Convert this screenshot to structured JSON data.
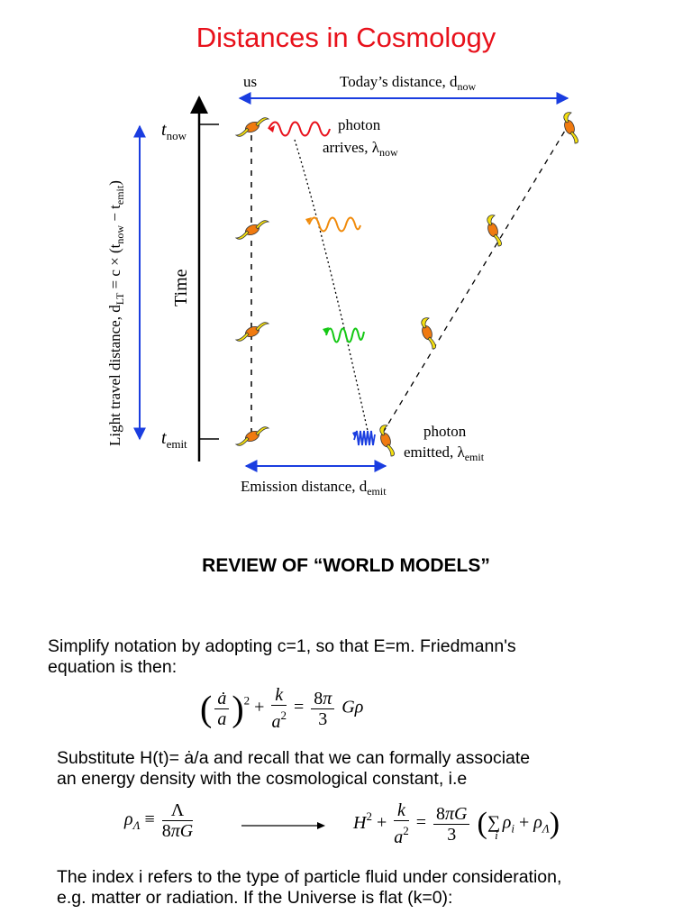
{
  "title": "Distances in Cosmology",
  "diagram": {
    "us_label": "us",
    "today_distance": "Today’s distance, d",
    "today_sub": "now",
    "photon_arrives_1": "photon",
    "photon_arrives_2": "arrives, λ",
    "photon_arrives_sub": "now",
    "photon_emitted_1": "photon",
    "photon_emitted_2": "emitted, λ",
    "photon_emitted_sub": "emit",
    "emission_distance": "Emission distance, d",
    "emission_sub": "emit",
    "time_label": "Time",
    "t_now": "t",
    "t_now_sub": "now",
    "t_emit": "t",
    "t_emit_sub": "emit",
    "lt_text": "Light travel distance, d",
    "lt_sub": "LT",
    "lt_eq": " = c × (t",
    "lt_sub2": "now",
    "lt_minus": " − t",
    "lt_sub3": "emit",
    "lt_close": ")"
  },
  "heading": "REVIEW OF “WORLD MODELS”",
  "para1_line1": "Simplify notation by adopting c=1, so that E=m. Friedmann's",
  "para1_line2": "equation is then:",
  "para2_line1": "Substitute H(t)= ȧ/a and  recall that we can formally associate",
  "para2_line2": "an energy density with the cosmological constant, i.e",
  "para3_line1": "The index i refers to the type of particle fluid under consideration,",
  "para3_line2": "e.g. matter or radiation. If the Universe is flat (k=0):",
  "colors": {
    "title": "#e8111b",
    "arrow_blue": "#1a3de0",
    "wave_red": "#e8111b",
    "wave_orange": "#f08a0a",
    "wave_green": "#14c814",
    "wave_blue": "#1a3de0",
    "galaxy_orange": "#f07a10",
    "galaxy_yellow": "#f5e010"
  }
}
